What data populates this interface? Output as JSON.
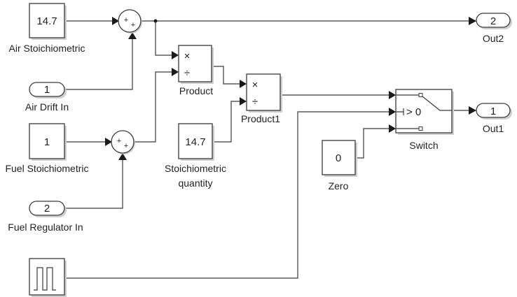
{
  "blocks": {
    "air_stoich": {
      "value": "14.7",
      "label": "Air Stoichiometric"
    },
    "air_drift_in": {
      "port": "1",
      "label": "Air Drift In"
    },
    "fuel_stoich": {
      "value": "1",
      "label": "Fuel Stoichiometric"
    },
    "fuel_regulator_in": {
      "port": "2",
      "label": "Fuel Regulator In"
    },
    "product": {
      "label": "Product",
      "mult": "×",
      "div": "÷"
    },
    "product1": {
      "label": "Product1",
      "mult": "×",
      "div": "÷"
    },
    "stoich_qty": {
      "value": "14.7",
      "label_line1": "Stoichiometric",
      "label_line2": "quantity"
    },
    "zero": {
      "value": "0",
      "label": "Zero"
    },
    "switch": {
      "label": "Switch",
      "threshold": "> 0"
    },
    "out1": {
      "port": "1",
      "label": "Out1"
    },
    "out2": {
      "port": "2",
      "label": "Out2"
    },
    "sum1": {
      "signs": "+ +"
    },
    "sum2": {
      "signs": "+ +"
    },
    "pulse": {
      "icon": "pulse-generator-icon"
    }
  }
}
